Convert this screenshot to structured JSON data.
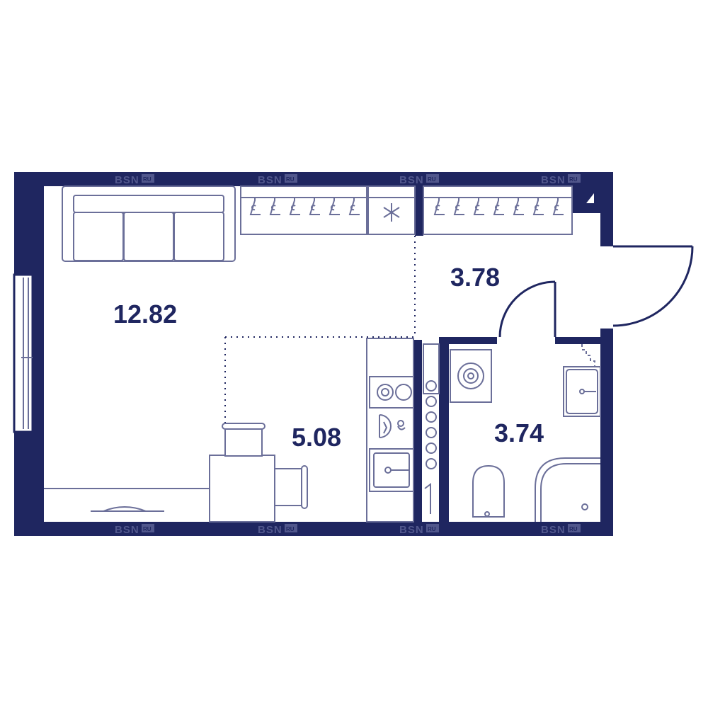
{
  "colors": {
    "wall": "#1f2660",
    "line": "#1f2660",
    "fixture": "#6b6f99",
    "watermark": "#5a6094"
  },
  "rooms": [
    {
      "id": "living",
      "label": "12.82"
    },
    {
      "id": "hall",
      "label": "3.78"
    },
    {
      "id": "kitchen",
      "label": "5.08"
    },
    {
      "id": "bath",
      "label": "3.74"
    }
  ],
  "watermark": {
    "brand": "BSN",
    "suffix": "RU"
  },
  "icons": [
    "sofa-icon",
    "hanger-icon",
    "snowflake-icon",
    "stove-icon",
    "sink-icon",
    "washer-icon",
    "toilet-icon",
    "shower-icon",
    "table-icon",
    "chair-icon",
    "door-swing-icon",
    "window-icon"
  ]
}
